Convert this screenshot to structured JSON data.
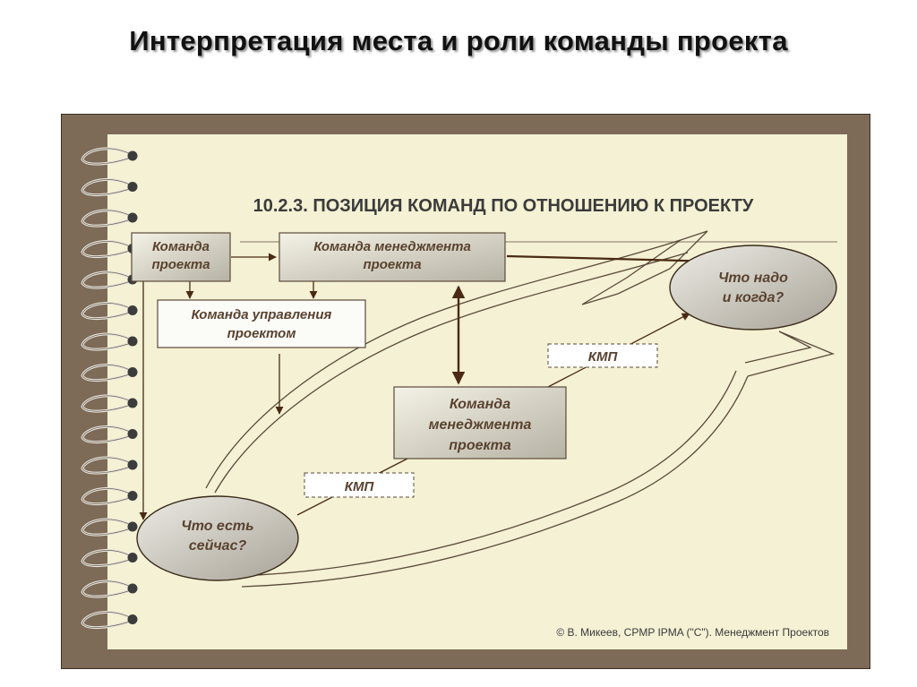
{
  "page": {
    "title": "Интерпретация места и роли команды проекта"
  },
  "diagram": {
    "heading": "10.2.3. ПОЗИЦИЯ КОМАНД ПО ОТНОШЕНИЮ К ПРОЕКТУ",
    "nodes": {
      "project_team": [
        "Команда",
        "проекта"
      ],
      "pm_team_top": [
        "Команда менеджмента",
        "проекта"
      ],
      "project_control_team": [
        "Команда управления",
        "проектом"
      ],
      "pm_team_center": [
        "Команда",
        "менеджмента",
        "проекта"
      ],
      "what_now": [
        "Что есть",
        "сейчас?"
      ],
      "what_when": [
        "Что надо",
        "и когда?"
      ],
      "kmp_upper": "КМП",
      "kmp_lower": "КМП"
    },
    "credit": "© В. Микеев, CPMP IPMA (\"C\"). Менеджмент Проектов"
  },
  "colors": {
    "frame": "#7d6b58",
    "paper": "#f4f1d4",
    "line": "#4a2a14",
    "node_text": "#5a4230",
    "ellipse_fill": "#c9c4b4"
  }
}
